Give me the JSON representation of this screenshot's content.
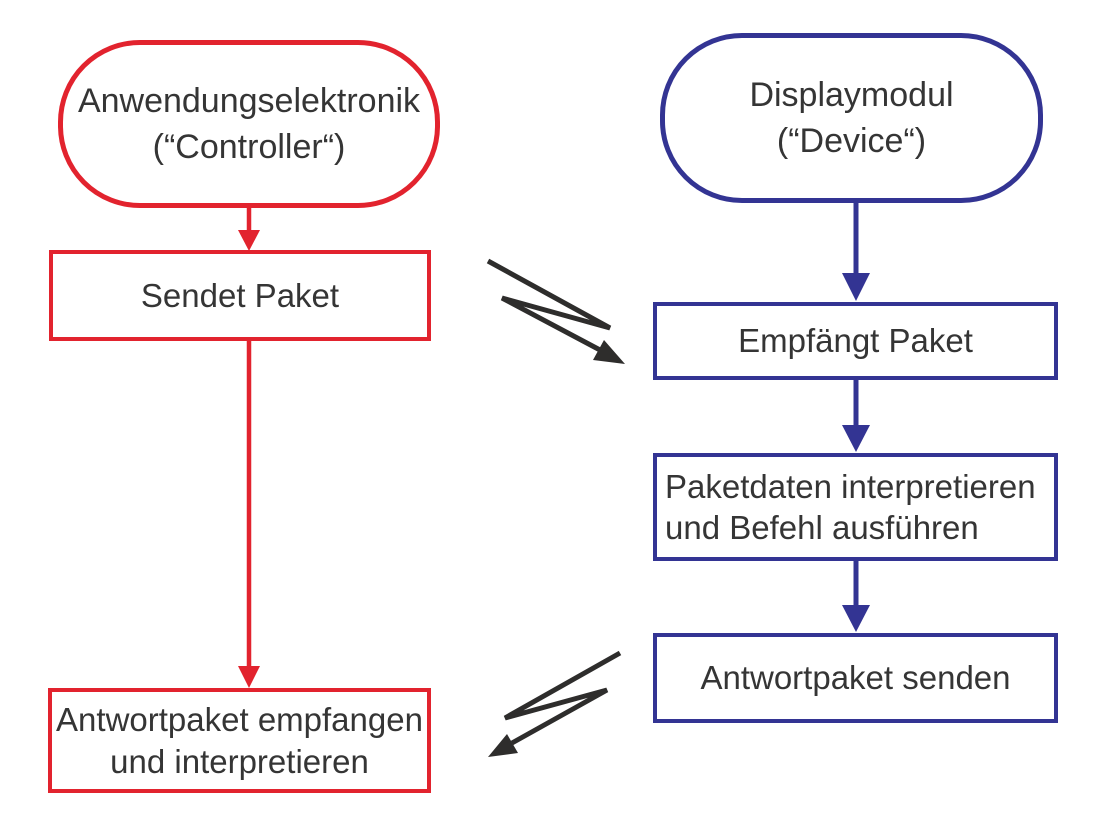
{
  "nodes": {
    "controller_terminal": {
      "line1": "Anwendungselektronik",
      "line2": "(“Controller“)"
    },
    "device_terminal": {
      "line1": "Displaymodul",
      "line2": "(“Device“)"
    },
    "send_packet": {
      "label": "Sendet Paket"
    },
    "receive_packet": {
      "label": "Empfängt Paket"
    },
    "interpret_packet": {
      "line1": "Paketdaten interpretieren",
      "line2": "und Befehl ausführen"
    },
    "send_response": {
      "label": "Antwortpaket senden"
    },
    "receive_response": {
      "line1": "Antwortpaket empfangen",
      "line2": "und interpretieren"
    }
  },
  "connections": [
    {
      "from": "controller_terminal",
      "to": "send_packet",
      "style": "straight-arrow",
      "color": "controller_red"
    },
    {
      "from": "send_packet",
      "to": "receive_response",
      "style": "straight-arrow",
      "color": "controller_red"
    },
    {
      "from": "device_terminal",
      "to": "receive_packet",
      "style": "straight-arrow",
      "color": "device_blue"
    },
    {
      "from": "receive_packet",
      "to": "interpret_packet",
      "style": "straight-arrow",
      "color": "device_blue"
    },
    {
      "from": "interpret_packet",
      "to": "send_response",
      "style": "straight-arrow",
      "color": "device_blue"
    },
    {
      "from": "send_packet",
      "to": "receive_packet",
      "style": "zigzag-transmission-arrow",
      "color": "transmission_black"
    },
    {
      "from": "send_response",
      "to": "receive_response",
      "style": "zigzag-transmission-arrow",
      "color": "transmission_black"
    }
  ],
  "colors": {
    "controller_red": "#e2232e",
    "device_blue": "#333493",
    "transmission_black": "#2e2d2c",
    "text": "#353535",
    "background": "#ffffff"
  }
}
